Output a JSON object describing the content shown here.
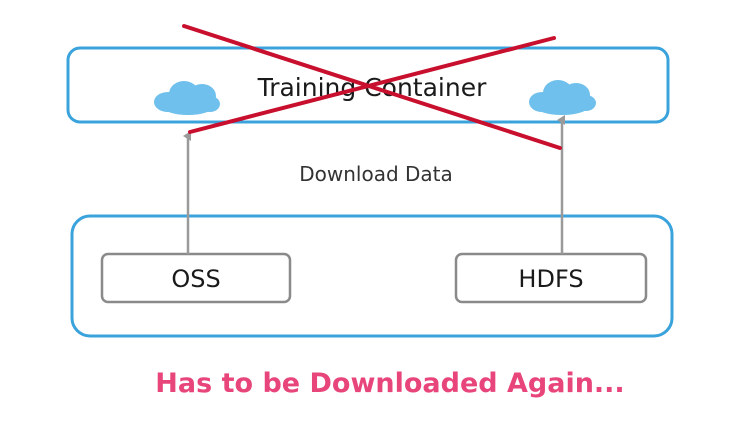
{
  "diagram": {
    "training_container_label": "Training Container",
    "download_data_label": "Download Data",
    "oss_label": "OSS",
    "hdfs_label": "HDFS",
    "caption": "Has to be Downloaded Again..."
  },
  "colors": {
    "container_border": "#3ba3dc",
    "storage_box_border": "#8a8a8a",
    "arrow": "#9a9a9a",
    "cross": "#c8102e",
    "cloud": "#6fc0ec",
    "caption": "#e8457a"
  },
  "icons": {
    "cloud": "cloud-icon"
  }
}
